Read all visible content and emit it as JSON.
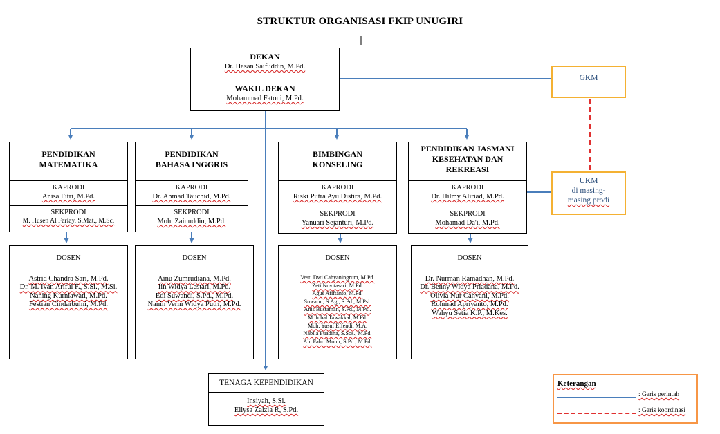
{
  "title": "STRUKTUR ORGANISASI FKIP UNUGIRI",
  "dekan": {
    "title": "DEKAN",
    "name": "Dr. Hasan Saifuddin, M.Pd."
  },
  "wakil": {
    "title": "WAKIL DEKAN",
    "name": "Mohammad Fatoni, M.Pd."
  },
  "gkm": "GKM",
  "ukm": {
    "line1": "UKM",
    "line2": "di masing-",
    "line3": "masing prodi"
  },
  "prodi": [
    {
      "name1": "PENDIDIKAN",
      "name2": "MATEMATIKA",
      "name3": "",
      "kaprodi_label": "KAPRODI",
      "kaprodi": "Anisa Fitri, M.Pd.",
      "sekprodi_label": "SEKPRODI",
      "sekprodi": "M. Husen Al Fariay, S.Mat., M.Sc.",
      "dosen_label": "DOSEN",
      "dosen": [
        "Astrid Chandra Sari, M.Pd.",
        "Dr. M. Ivan Ariful F., S.Si., M.Si.",
        "Naning Kurniawati, M.Pd.",
        "Festian Cindarbumi, M.Pd."
      ]
    },
    {
      "name1": "PENDIDIKAN",
      "name2": "BAHASA INGGRIS",
      "name3": "",
      "kaprodi_label": "KAPRODI",
      "kaprodi": "Dr. Ahmad Tauchid, M.Pd.",
      "sekprodi_label": "SEKPRODI",
      "sekprodi": "Moh. Zainuddin, M.Pd.",
      "dosen_label": "DOSEN",
      "dosen": [
        "Ainu Zumrudiana, M.Pd.",
        "Iin Widya Lestari, M.Pd.",
        "Edi Suwandi, S.Pd., M.Pd.",
        "Nanin Verin Widya Putri, M.Pd."
      ]
    },
    {
      "name1": "BIMBINGAN",
      "name2": "KONSELING",
      "name3": "",
      "kaprodi_label": "KAPRODI",
      "kaprodi": "Riski Putra Ayu Distira, M.Pd.",
      "sekprodi_label": "SEKPRODI",
      "sekprodi": "Yanuari Sejanturi, M.Pd.",
      "dosen_label": "DOSEN",
      "dosen": [
        "Vesti Dwi Cahyaningrum, M.Pd.",
        "Zeti Novitasari, M.Pd.",
        "Agus Afiftanto, M.Pd.",
        "Suwarni, S.Ag., S.Pd., M.Psi.",
        "Anis Bustaman, S.Pd., M.Psi.",
        "M. Iqbal Tawakkal, M.Pd.",
        "Moh. Yusuf Effendi, M.A.",
        "Nabila Fuadina, S.Sos., M.Pd.",
        "Ah. Fahri Munir, S.Pd., M.Pd."
      ]
    },
    {
      "name1": "PENDIDIKAN JASMANI",
      "name2": "KESEHATAN DAN",
      "name3": "REKREASI",
      "kaprodi_label": "KAPRODI",
      "kaprodi": "Dr. Hilmy Aliriad, M.Pd.",
      "sekprodi_label": "SEKPRODI",
      "sekprodi": "Mohamad Da'i, M.Pd.",
      "dosen_label": "DOSEN",
      "dosen": [
        "Dr. Nurman Ramadhan, M.Pd.",
        "Dr. Benny Widya Priadana, M.Pd.",
        "Olivia Nur Cahyani, M.Pd.",
        "Rohmad Apriyanto, M.Pd.",
        "Wahyu Setia K.P., M.Kes."
      ]
    }
  ],
  "tendik": {
    "title": "TENAGA KEPENDIDIKAN",
    "names": [
      "Insiyah, S.Si.",
      "Ellysa Zalzia R, S.Pd."
    ]
  },
  "legend": {
    "title": "Keterangan",
    "command": ": Garis perintah",
    "coordination": ": Garis koordinasi"
  },
  "colors": {
    "command": "#4a7ebb",
    "coordination": "#e03030",
    "gkm_border": "#f4b133",
    "legend_border": "#f79646"
  }
}
